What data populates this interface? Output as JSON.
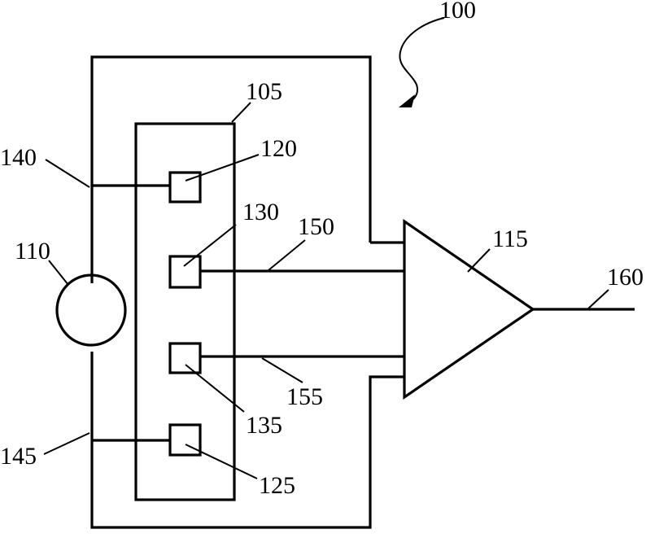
{
  "labels": {
    "system": "100",
    "module": "105",
    "source": "110",
    "amplifier": "115",
    "element_a": "120",
    "element_b": "125",
    "element_c": "130",
    "element_d": "135",
    "line_top": "140",
    "line_bottom": "145",
    "signal_a": "150",
    "signal_b": "155",
    "output": "160"
  }
}
